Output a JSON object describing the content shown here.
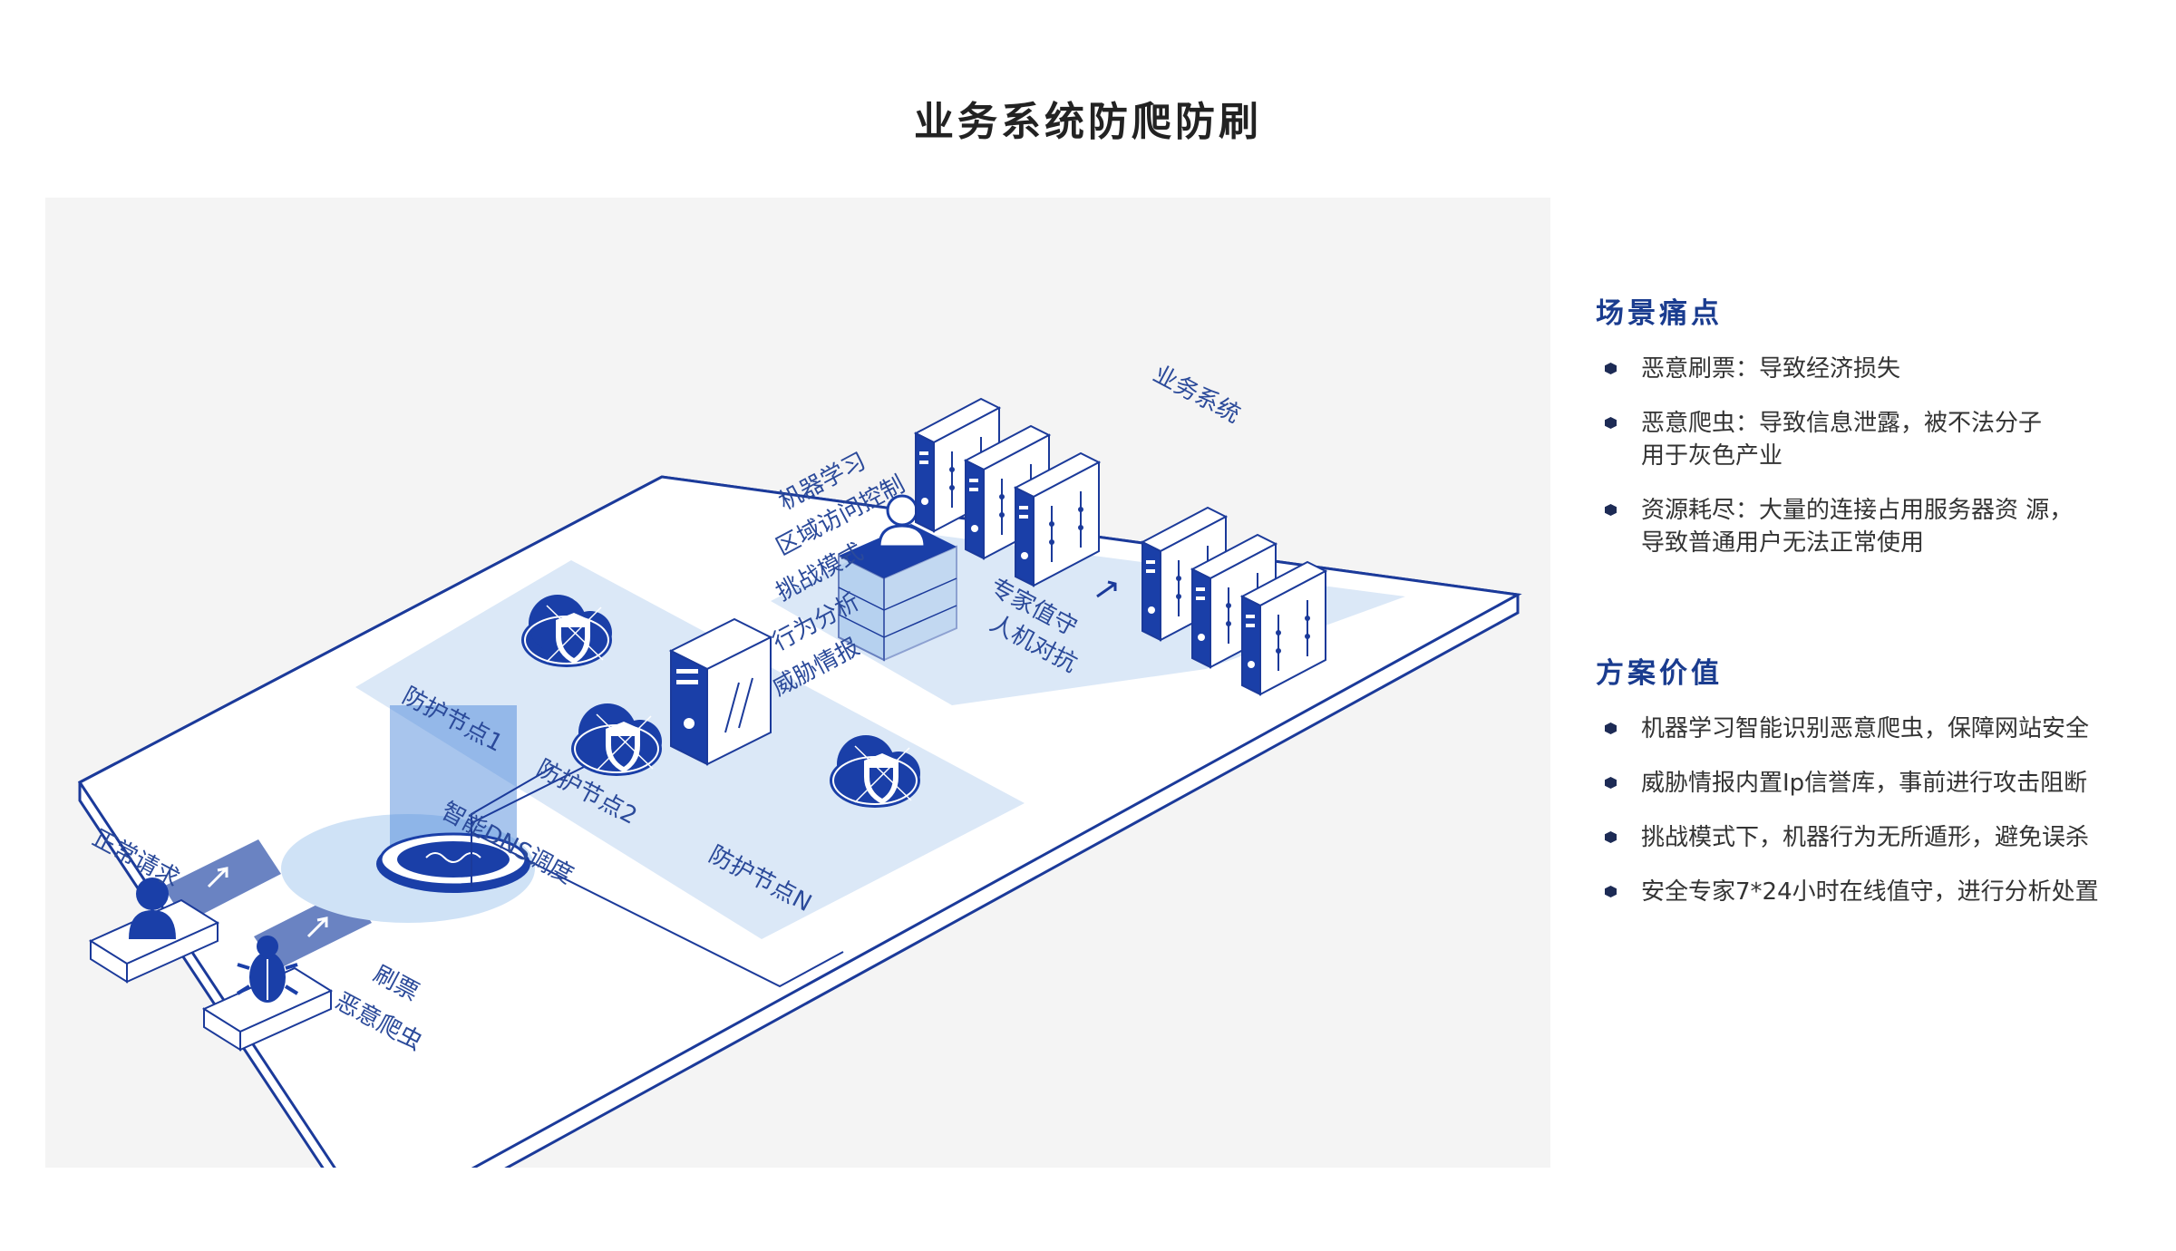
{
  "title": "业务系统防爬防刷",
  "diagram": {
    "labels": {
      "normal_request": "正常请求",
      "malicious": "恶意爬虫",
      "ticket_scalping": "刷票",
      "dns": "智能DNS调度",
      "node1": "防护节点1",
      "node2": "防护节点2",
      "nodeN": "防护节点N",
      "ml": "机器学习",
      "region": "区域访问控制",
      "challenge": "挑战模式",
      "behavior": "行为分析",
      "threat": "威胁情报",
      "expert": "专家值守",
      "human_machine": "人机对抗",
      "biz_system": "业务系统"
    },
    "colors": {
      "primary": "#1a3fa8",
      "light_area": "#dbe8f7",
      "dark_line": "#1b3a9a"
    }
  },
  "pain_points": {
    "title": "场景痛点",
    "items": [
      [
        "恶意刷票：导致经济损失"
      ],
      [
        "恶意爬虫：导致信息泄露，被不法分子",
        "用于灰色产业"
      ],
      [
        "资源耗尽：大量的连接占用服务器资 源，",
        "导致普通用户无法正常使用"
      ]
    ]
  },
  "value": {
    "title": "方案价值",
    "items": [
      [
        "机器学习智能识别恶意爬虫，保障网站安全"
      ],
      [
        "威胁情报内置Ip信誉库，事前进行攻击阻断"
      ],
      [
        "挑战模式下，机器行为无所遁形，避免误杀"
      ],
      [
        "安全专家7*24小时在线值守，进行分析处置"
      ]
    ]
  }
}
